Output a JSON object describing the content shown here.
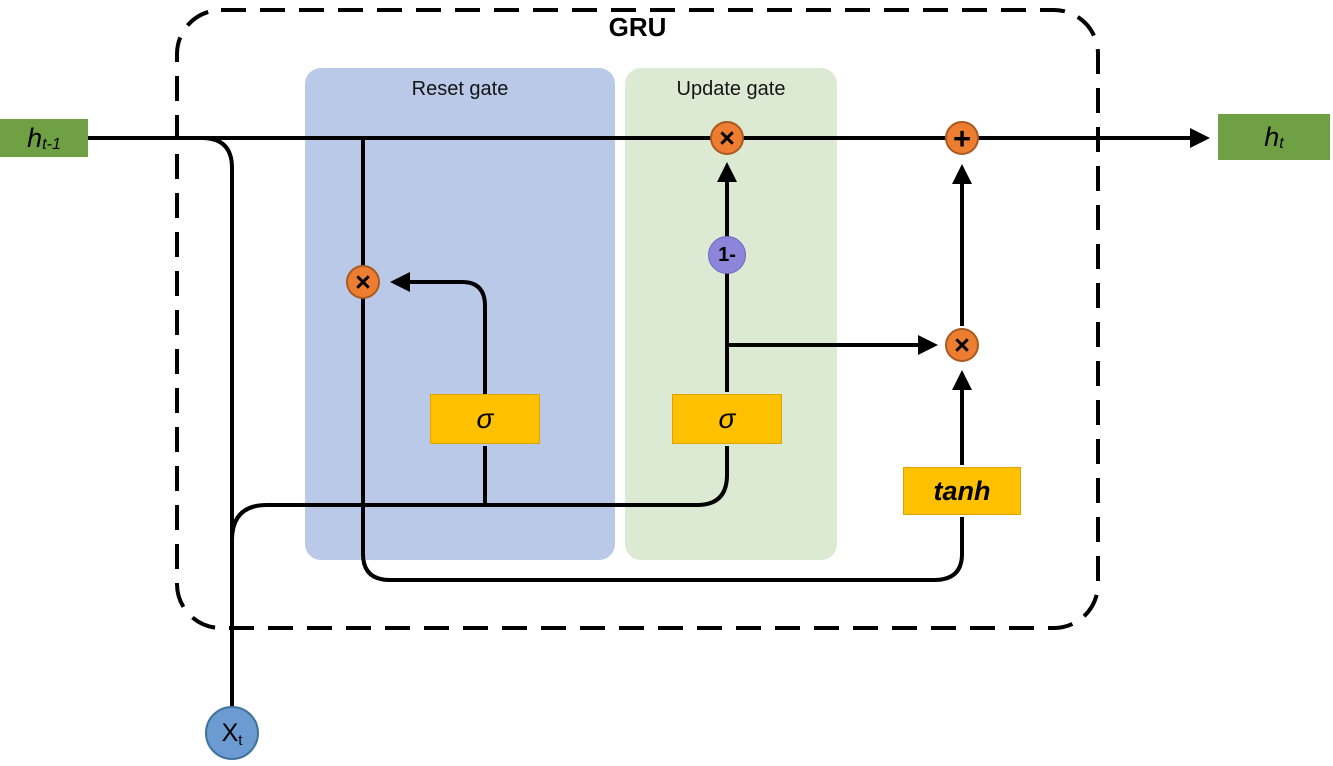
{
  "diagram": {
    "title": "GRU",
    "regions": {
      "reset": {
        "label": "Reset gate"
      },
      "update": {
        "label": "Update gate"
      }
    },
    "nodes": {
      "h_prev": {
        "main": "h",
        "sub": "t-1"
      },
      "h_next": {
        "main": "h",
        "sub": "t"
      },
      "x_input": {
        "main": "X",
        "sub": "t"
      },
      "sigma_reset": {
        "label": "σ"
      },
      "sigma_update": {
        "label": "σ"
      },
      "tanh": {
        "label": "tanh"
      },
      "one_minus": {
        "label": "1-"
      }
    },
    "operators": {
      "multiply": "×",
      "add": "+"
    },
    "colors": {
      "hidden_state_box": "#6FA043",
      "reset_region": "#B9C9E7",
      "update_region": "#DCEAD3",
      "operator_circle": "#ED7D31",
      "gate_box": "#FFC000",
      "one_minus_circle": "#8D85D9",
      "input_circle": "#6C9BD2",
      "wire": "#000000"
    }
  }
}
